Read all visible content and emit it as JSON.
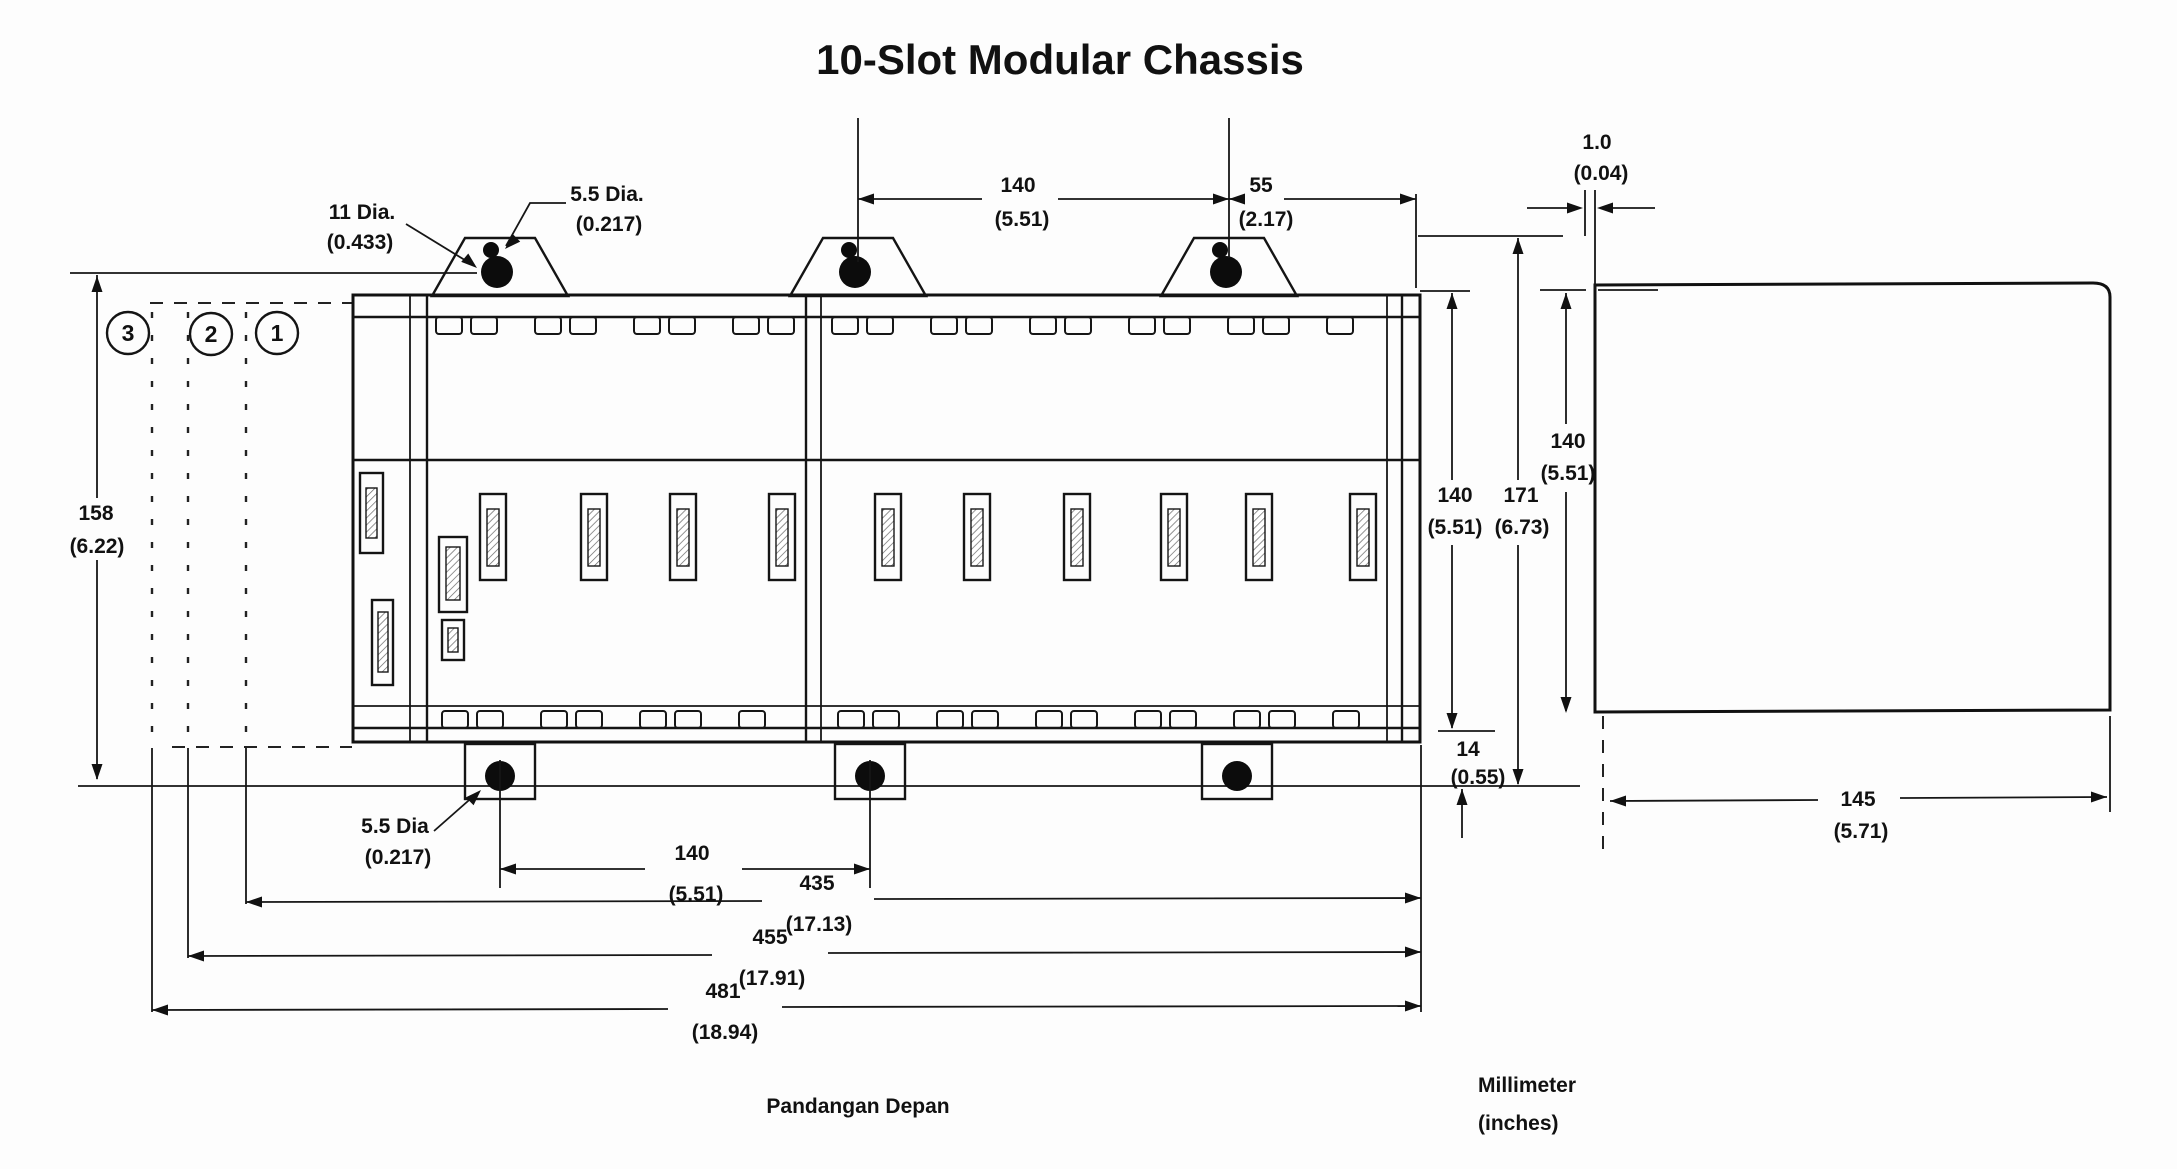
{
  "title": "10-Slot Modular Chassis",
  "captions": {
    "view_label": "Pandangan Depan",
    "units_line1": "Millimeter",
    "units_line2": "(inches)"
  },
  "balloons": {
    "b3": "3",
    "b2": "2",
    "b1": "1"
  },
  "leaders": {
    "top_hole_large": {
      "value": "11 Dia.",
      "inches": "(0.433)"
    },
    "top_hole_small": {
      "value": "5.5 Dia.",
      "inches": "(0.217)"
    },
    "bottom_hole": {
      "value": "5.5 Dia",
      "inches": "(0.217)"
    }
  },
  "dims": {
    "top_140": {
      "mm": "140",
      "in": "(5.51)"
    },
    "top_55": {
      "mm": "55",
      "in": "(2.17)"
    },
    "gap_1_0": {
      "mm": "1.0",
      "in": "(0.04)"
    },
    "left_158": {
      "mm": "158",
      "in": "(6.22)"
    },
    "right_chassis_140": {
      "mm": "140",
      "in": "(5.51)"
    },
    "right_171": {
      "mm": "171",
      "in": "(6.73)"
    },
    "side_height_140": {
      "mm": "140",
      "in": "(5.51)"
    },
    "right_14": {
      "mm": "14",
      "in": "(0.55)"
    },
    "side_depth_145": {
      "mm": "145",
      "in": "(5.71)"
    },
    "bottom_140": {
      "mm": "140",
      "in": "(5.51)"
    },
    "bottom_435": {
      "mm": "435",
      "in": "(17.13)"
    },
    "bottom_455": {
      "mm": "455",
      "in": "(17.91)"
    },
    "bottom_481": {
      "mm": "481",
      "in": "(18.94)"
    }
  }
}
